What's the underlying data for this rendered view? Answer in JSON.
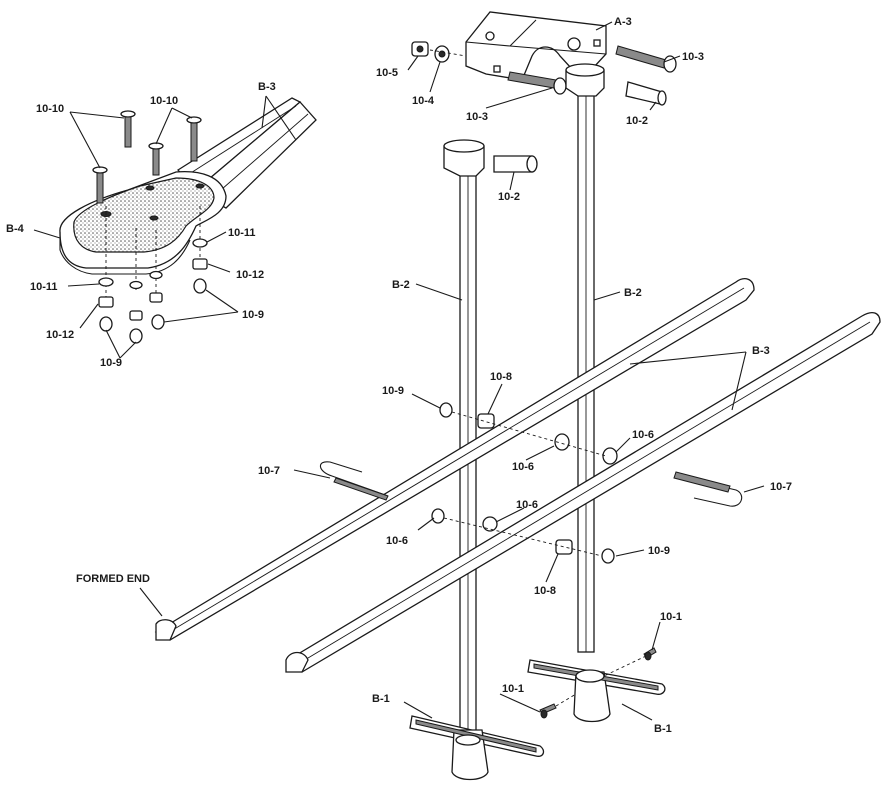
{
  "labels": {
    "a3": "A-3",
    "b1": "B-1",
    "b2": "B-2",
    "b3": "B-3",
    "b4": "B-4",
    "p10_1": "10-1",
    "p10_2": "10-2",
    "p10_3": "10-3",
    "p10_4": "10-4",
    "p10_5": "10-5",
    "p10_6": "10-6",
    "p10_7": "10-7",
    "p10_8": "10-8",
    "p10_9": "10-9",
    "p10_10": "10-10",
    "p10_11": "10-11",
    "p10_12": "10-12",
    "formed_end": "FORMED END"
  }
}
